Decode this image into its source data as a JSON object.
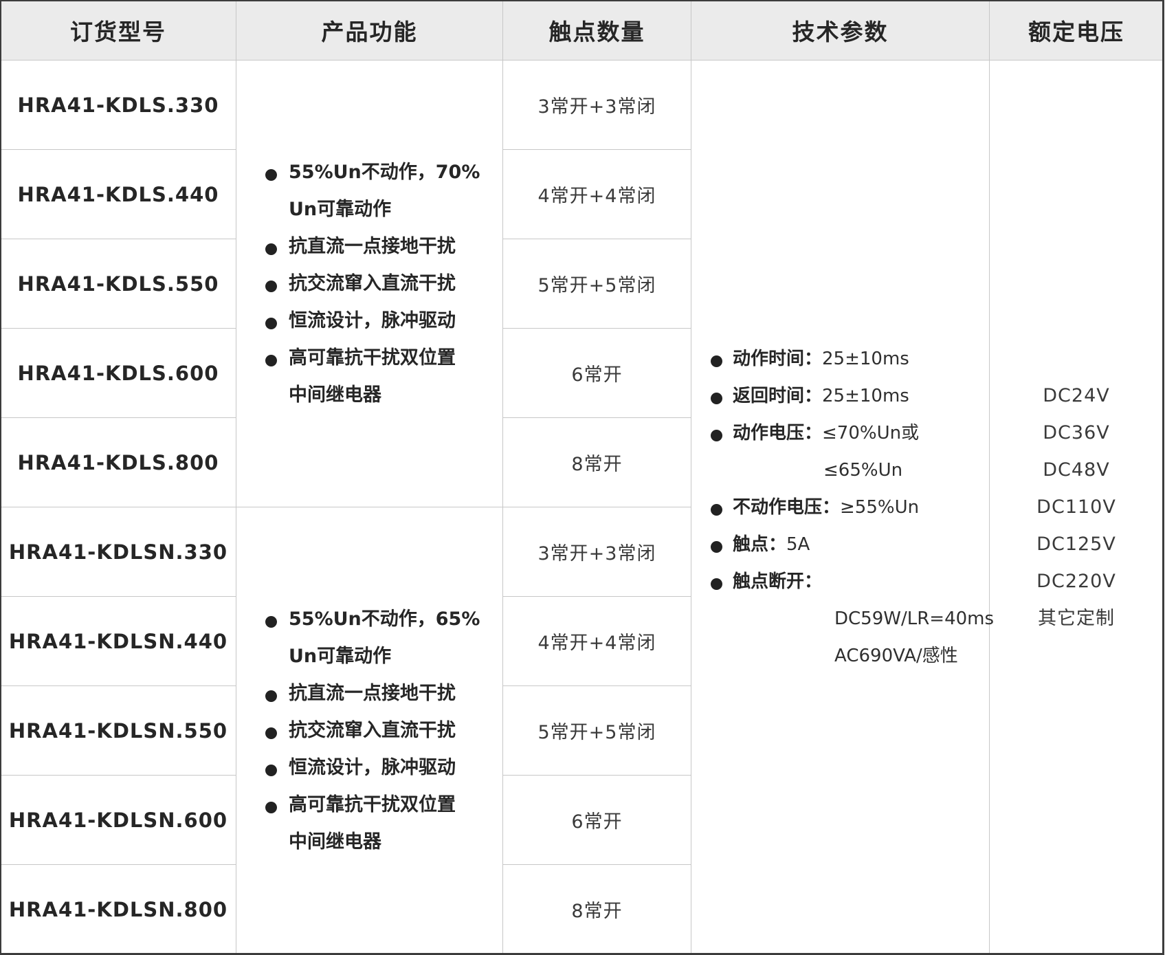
{
  "headers": [
    "订货型号",
    "产品功能",
    "触点数量",
    "技术参数",
    "额定电压"
  ],
  "rows": [
    {
      "model": "HRA41-KDLS.330",
      "contacts": "3常开+3常闭"
    },
    {
      "model": "HRA41-KDLS.440",
      "contacts": "4常开+4常闭"
    },
    {
      "model": "HRA41-KDLS.550",
      "contacts": "5常开+5常闭"
    },
    {
      "model": "HRA41-KDLS.600",
      "contacts": "6常开"
    },
    {
      "model": "HRA41-KDLS.800",
      "contacts": "8常开"
    },
    {
      "model": "HRA41-KDLSN.330",
      "contacts": "3常开+3常闭"
    },
    {
      "model": "HRA41-KDLSN.440",
      "contacts": "4常开+4常闭"
    },
    {
      "model": "HRA41-KDLSN.550",
      "contacts": "5常开+5常闭"
    },
    {
      "model": "HRA41-KDLSN.600",
      "contacts": "6常开"
    },
    {
      "model": "HRA41-KDLSN.800",
      "contacts": "8常开"
    }
  ],
  "functions": [
    {
      "items": [
        {
          "lines": [
            "55%Un不动作，70%",
            "Un可靠动作"
          ]
        },
        {
          "lines": [
            "抗直流一点接地干扰"
          ]
        },
        {
          "lines": [
            "抗交流窜入直流干扰"
          ]
        },
        {
          "lines": [
            "恒流设计，脉冲驱动"
          ]
        },
        {
          "lines": [
            "高可靠抗干扰双位置",
            "中间继电器"
          ]
        }
      ]
    },
    {
      "items": [
        {
          "lines": [
            "55%Un不动作，65%",
            "Un可靠动作"
          ]
        },
        {
          "lines": [
            "抗直流一点接地干扰"
          ]
        },
        {
          "lines": [
            "抗交流窜入直流干扰"
          ]
        },
        {
          "lines": [
            "恒流设计，脉冲驱动"
          ]
        },
        {
          "lines": [
            "高可靠抗干扰双位置",
            "中间继电器"
          ]
        }
      ]
    }
  ],
  "tech_params": [
    {
      "label": "动作时间：",
      "value": "25±10ms"
    },
    {
      "label": "返回时间：",
      "value": "25±10ms"
    },
    {
      "label": "动作电压：",
      "value": "≤70%Un或",
      "cont": "≤65%Un"
    },
    {
      "label": "不动作电压：",
      "value": "≥55%Un"
    },
    {
      "label": "触点：",
      "value": "5A"
    },
    {
      "label": "触点断开：",
      "value": "",
      "sub": [
        "DC59W/LR=40ms",
        "AC690VA/感性"
      ]
    }
  ],
  "voltages": [
    "DC24V",
    "DC36V",
    "DC48V",
    "DC110V",
    "DC125V",
    "DC220V",
    "其它定制"
  ]
}
